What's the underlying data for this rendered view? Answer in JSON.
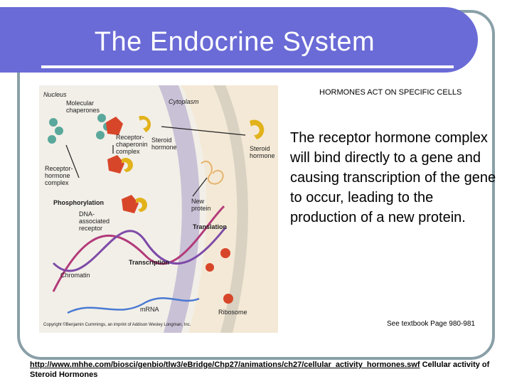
{
  "slide": {
    "title": "The Endocrine System",
    "heading": "HORMONES ACT ON SPECIFIC CELLS",
    "body": "The receptor hormone complex will bind directly to a gene and causing transcription of the gene to occur, leading  to the production of a new protein.",
    "reference": "See textbook Page 980-981",
    "link_url": "http://www.mhhe.com/biosci/genbio/tlw3/eBridge/Chp27/animations/ch27/cellular_activity_hormones.swf",
    "link_caption": "Cellular activity of Steroid  Hormones"
  },
  "figure": {
    "labels": {
      "nucleus": "Nucleus",
      "molecular_chaperones": "Molecular chaperones",
      "cytoplasm": "Cytoplasm",
      "receptor_chaperonin": "Receptor-chaperonin complex",
      "steroid_hormone_inner": "Steroid hormone",
      "steroid_hormone_outer": "Steroid hormone",
      "receptor_hormone": "Receptor-hormone complex",
      "phosphorylation": "Phosphorylation",
      "dna_receptor": "DNA-associated receptor",
      "new_protein": "New protein",
      "translation": "Translation",
      "chromatin": "Chromatin",
      "transcription": "Transcription",
      "mrna": "mRNA",
      "ribosome": "Ribosome",
      "copyright": "Copyright ©Benjamin Cummings, an imprint of Addison Wesley Longman, Inc."
    }
  },
  "colors": {
    "title_bar": "#6a6bd6",
    "frame_border": "#8aa0a8"
  }
}
